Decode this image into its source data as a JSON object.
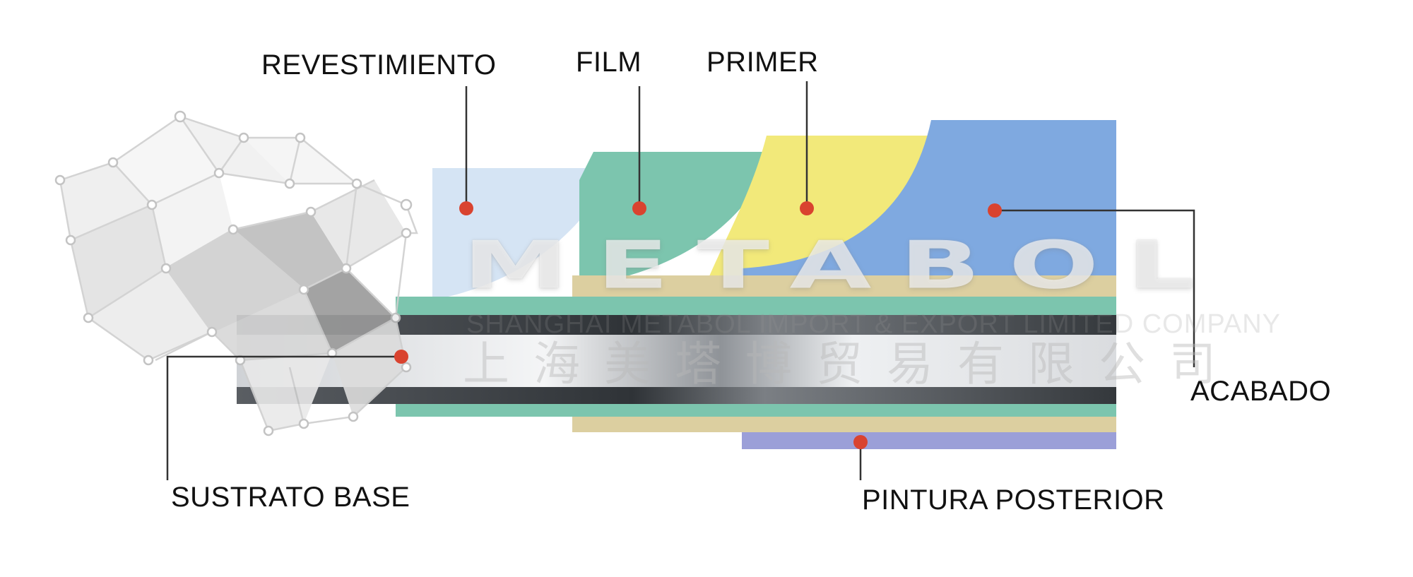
{
  "diagram": {
    "labels": {
      "revestimiento": "REVESTIMIENTO",
      "film": "FILM",
      "primer": "PRIMER",
      "acabado": "ACABADO",
      "sustrato_base": "SUSTRATO BASE",
      "pintura_posterior": "PINTURA POSTERIOR"
    },
    "layer_colors": {
      "revestimiento": "#d5e4f4",
      "film": "#7cc5ae",
      "primer": "#f2e97a",
      "acabado": "#7fa9e0",
      "tan_layer": "#dccfa0",
      "pintura_posterior": "#9b9fd8",
      "metal_dark": "#3a3e43",
      "metal_light": "#d8dadd",
      "marker": "#d9432f"
    },
    "watermark": {
      "brand": "METABOL",
      "company_en": "SHANGHAI METABOL IMPORT & EXPORT LIMITED COMPANY",
      "company_cn": "上海美塔博贸易有限公司"
    }
  }
}
